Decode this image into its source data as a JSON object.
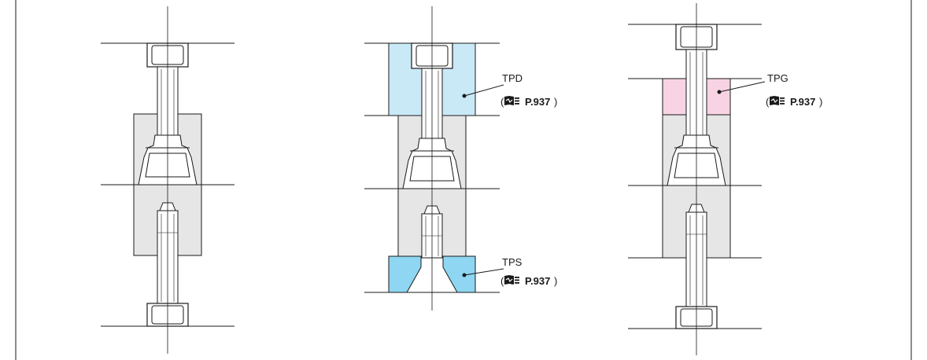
{
  "colors": {
    "stripper": "#c9e9f7",
    "spacer": "#8ed6f2",
    "guide_plate": "#f7d3e3",
    "block": "#e6e6e6",
    "line": "#1a1a1a"
  },
  "callouts": [
    {
      "name": "TPD",
      "ref": "P.937"
    },
    {
      "name": "TPS",
      "ref": "P.937"
    },
    {
      "name": "TPG",
      "ref": "P.937"
    }
  ]
}
